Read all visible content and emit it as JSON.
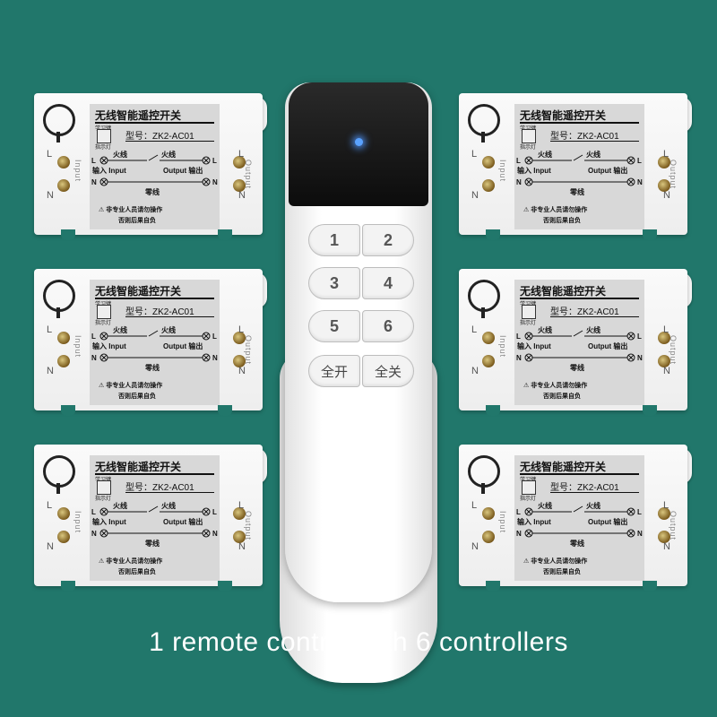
{
  "caption": "1 remote control with 6 controllers",
  "module": {
    "title": "无线智能遥控开关",
    "learn_key": "学习键",
    "indicator": "指示灯",
    "model": "型号：ZK2-AC01",
    "live_left": "火线",
    "live_right": "火线",
    "input": "输入 Input",
    "output": "Output 输出",
    "neutral": "零线",
    "L": "L",
    "N": "N",
    "side_input": "Input",
    "side_output": "Output",
    "warning_1": "⚠ 非专业人员请勿操作",
    "warning_2": "否则后果自负"
  },
  "remote": {
    "buttons": [
      {
        "left": "1",
        "right": "2"
      },
      {
        "left": "3",
        "right": "4"
      },
      {
        "left": "5",
        "right": "6"
      },
      {
        "left": "全开",
        "right": "全关"
      }
    ],
    "led_color": "#5aa2ff"
  },
  "colors": {
    "background": "#21776b",
    "caption": "#ffffff"
  }
}
